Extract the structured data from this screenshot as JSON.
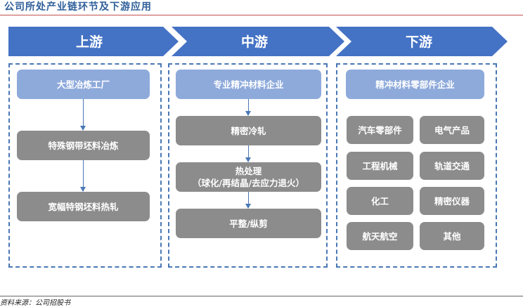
{
  "title": "公司所处产业链环节及下游应用",
  "source": "资料来源：公司招股书",
  "colors": {
    "chevron": "#4472c4",
    "panel_border": "#4a78b5",
    "header_box": "#8eaadb",
    "item_box": "#8c8c8c",
    "title_text": "#2f5f9a"
  },
  "stages": {
    "upstream": {
      "label": "上游",
      "header": "大型冶炼工厂",
      "steps": [
        "特殊钢带坯料冶炼",
        "宽幅特钢坯料热轧"
      ]
    },
    "midstream": {
      "label": "中游",
      "header": "专业精冲材料企业",
      "steps": [
        "精密冷轧",
        "热处理",
        "（球化/再结晶/去应力退火）",
        "平整/纵剪"
      ]
    },
    "downstream": {
      "label": "下游",
      "header": "精冲材料零部件企业",
      "applications": [
        "汽车零部件",
        "电气产品",
        "工程机械",
        "轨道交通",
        "化工",
        "精密仪器",
        "航天航空",
        "其他"
      ]
    }
  }
}
